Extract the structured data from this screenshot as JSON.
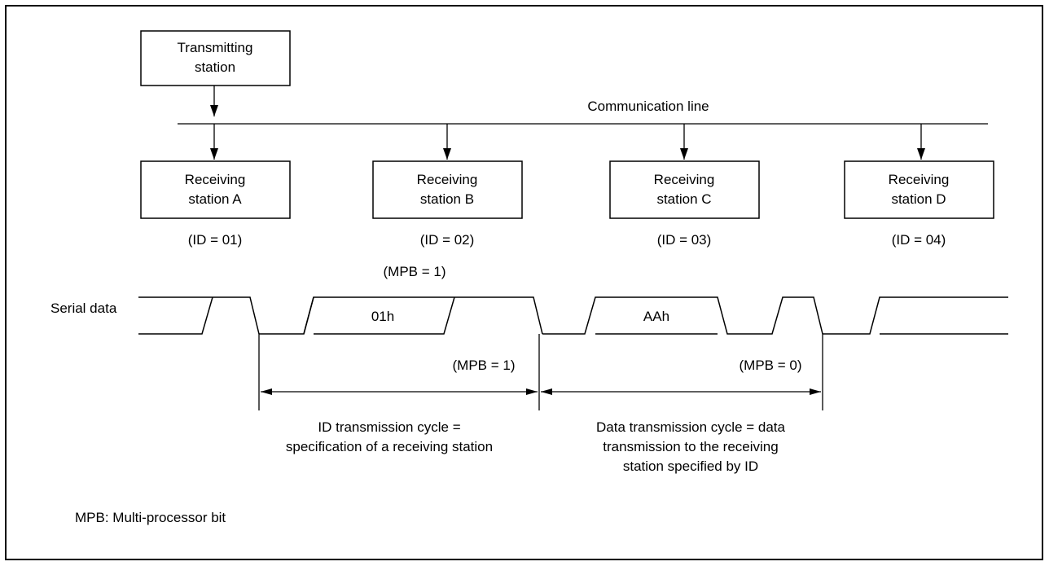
{
  "transmitter": {
    "label_line1": "Transmitting",
    "label_line2": "station"
  },
  "communication_line": {
    "label": "Communication line"
  },
  "receivers": [
    {
      "line1": "Receiving",
      "line2": "station A",
      "id_label": "(ID = 01)"
    },
    {
      "line1": "Receiving",
      "line2": "station B",
      "id_label": "(ID = 02)"
    },
    {
      "line1": "Receiving",
      "line2": "station C",
      "id_label": "(ID = 03)"
    },
    {
      "line1": "Receiving",
      "line2": "station D",
      "id_label": "(ID = 04)"
    }
  ],
  "waveform": {
    "signal_label": "Serial data",
    "mpb_top": "(MPB = 1)",
    "byte_1": "01h",
    "byte_2": "AAh",
    "mpb_id_cycle": "(MPB = 1)",
    "mpb_data_cycle": "(MPB = 0)"
  },
  "cycles": {
    "id_cycle_line1": "ID transmission cycle =",
    "id_cycle_line2": "specification of a receiving station",
    "data_cycle_line1": "Data transmission cycle = data",
    "data_cycle_line2": "transmission to the receiving",
    "data_cycle_line3": "station specified by ID"
  },
  "footnote": "MPB: Multi-processor bit"
}
